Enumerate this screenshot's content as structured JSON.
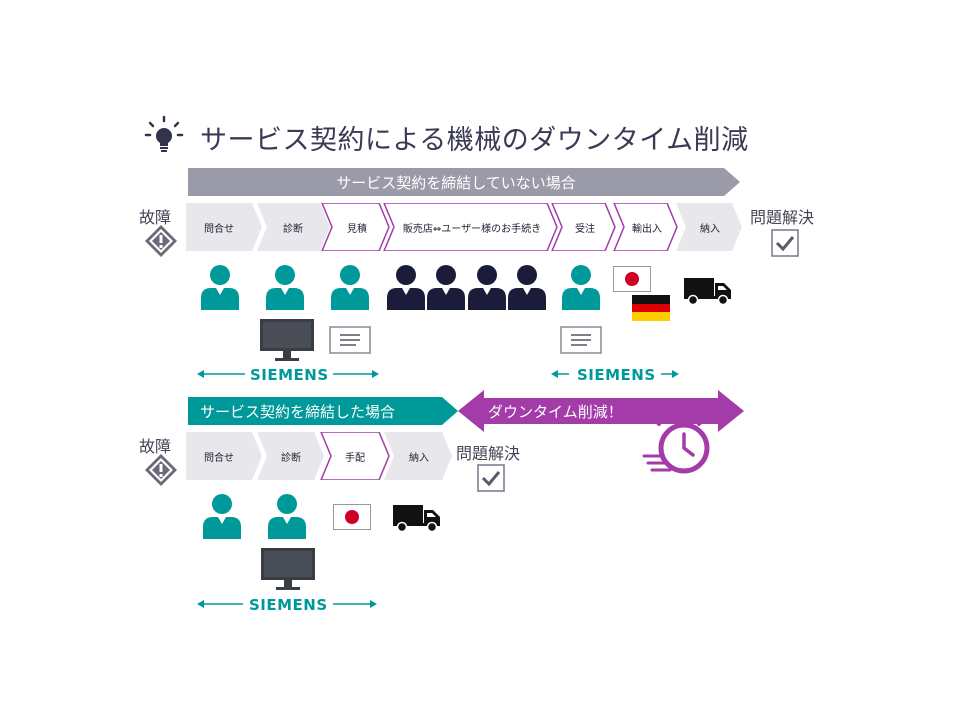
{
  "title": "サービス契約による機械のダウンタイム削減",
  "section_without": {
    "banner": "サービス契約を締結していない場合",
    "failure": "故障",
    "resolved": "問題解決",
    "steps": [
      "問合せ",
      "診断",
      "見積",
      "販売店⇔ユーザー様のお手続き",
      "受注",
      "輸出入",
      "納入"
    ]
  },
  "section_with": {
    "banner": "サービス契約を締結した場合",
    "downtime": "ダウンタイム削減！",
    "failure": "故障",
    "resolved": "問題解決",
    "steps": [
      "問合せ",
      "診断",
      "手配",
      "納入"
    ]
  },
  "brand": "SIEMENS",
  "colors": {
    "teal": "#009999",
    "gray": "#9a9aa8",
    "purple": "#a33ba8",
    "navy": "#1b1b3a"
  },
  "icons": [
    "lightbulb-icon",
    "warning-icon",
    "checkbox-icon",
    "person-icon",
    "monitor-icon",
    "document-icon",
    "truck-icon",
    "japan-flag-icon",
    "germany-flag-icon",
    "stopwatch-icon"
  ]
}
